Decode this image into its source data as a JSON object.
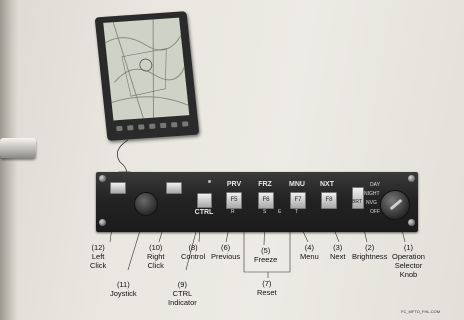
{
  "panel": {
    "labels": {
      "prv": "PRV",
      "frz": "FRZ",
      "mnu": "MNU",
      "nxt": "NXT",
      "ctrl": "CTRL",
      "day": "DAY",
      "night": "NIGHT",
      "nvg": "NVG",
      "off": "OFF",
      "brt": "BRT"
    },
    "keys": {
      "f5": "F5",
      "f6": "F6",
      "f7": "F7",
      "f8": "F8",
      "r": "R",
      "s": "S",
      "e": "E",
      "t": "T"
    }
  },
  "callouts": [
    {
      "num": "(12)",
      "text": "Left\nClick"
    },
    {
      "num": "(11)",
      "text": "Joystick"
    },
    {
      "num": "(10)",
      "text": "Right\nClick"
    },
    {
      "num": "(9)",
      "text": "CTRL\nIndicator"
    },
    {
      "num": "(8)",
      "text": "Control"
    },
    {
      "num": "(6)",
      "text": "Previous"
    },
    {
      "num": "(5)",
      "text": "Freeze"
    },
    {
      "num": "(7)",
      "text": "Reset"
    },
    {
      "num": "(4)",
      "text": "Menu"
    },
    {
      "num": "(3)",
      "text": "Next"
    },
    {
      "num": "(2)",
      "text": "Brightness"
    },
    {
      "num": "(1)",
      "text": "Operation\nSelector\nKnob"
    }
  ],
  "footer": "FC_MFTO_FHL.COM"
}
